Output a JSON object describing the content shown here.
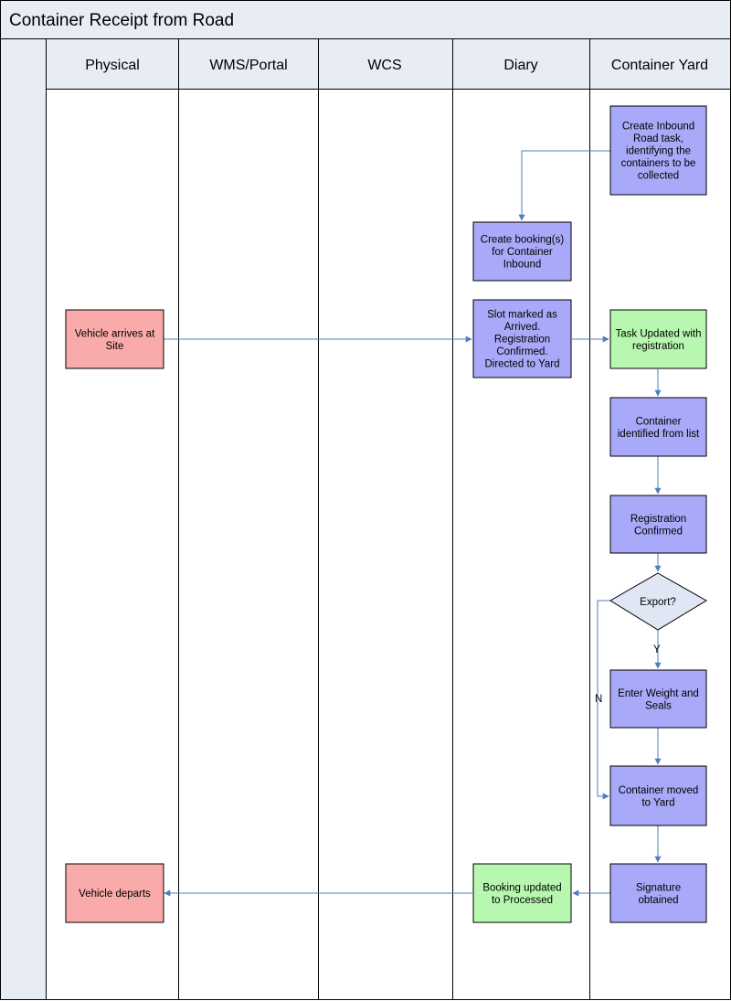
{
  "title": "Container Receipt from Road",
  "colors": {
    "header_bg": "#e8ecf5",
    "purple": "#a9a9f9",
    "green": "#b7f7b0",
    "red": "#f9aaaa",
    "diamond": "#e1e6f4",
    "arrow": "#4f7dc0",
    "border": "#000000"
  },
  "lanes": [
    {
      "id": "physical",
      "label": "Physical"
    },
    {
      "id": "wms",
      "label": "WMS/Portal"
    },
    {
      "id": "wcs",
      "label": "WCS"
    },
    {
      "id": "diary",
      "label": "Diary"
    },
    {
      "id": "yard",
      "label": "Container Yard"
    }
  ],
  "nodes": [
    {
      "id": "create-inbound-task",
      "lane": "yard",
      "shape": "rect",
      "color": "purple",
      "lines": [
        "Create Inbound",
        "Road task,",
        "identifying the",
        "containers to be",
        "collected"
      ]
    },
    {
      "id": "create-bookings",
      "lane": "diary",
      "shape": "rect",
      "color": "purple",
      "lines": [
        "Create booking(s)",
        "for Container",
        "Inbound"
      ]
    },
    {
      "id": "vehicle-arrives",
      "lane": "physical",
      "shape": "rect",
      "color": "red",
      "lines": [
        "Vehicle arrives at",
        "Site"
      ]
    },
    {
      "id": "slot-marked-arrived",
      "lane": "diary",
      "shape": "rect",
      "color": "purple",
      "lines": [
        "Slot marked as",
        "Arrived.",
        "Registration",
        "Confirmed.",
        "Directed to Yard"
      ]
    },
    {
      "id": "task-updated",
      "lane": "yard",
      "shape": "rect",
      "color": "green",
      "lines": [
        "Task Updated with",
        "registration"
      ]
    },
    {
      "id": "container-identified",
      "lane": "yard",
      "shape": "rect",
      "color": "purple",
      "lines": [
        "Container",
        "identified from list"
      ]
    },
    {
      "id": "registration-confirmed",
      "lane": "yard",
      "shape": "rect",
      "color": "purple",
      "lines": [
        "Registration",
        "Confirmed"
      ]
    },
    {
      "id": "export-decision",
      "lane": "yard",
      "shape": "diamond",
      "color": "diamond",
      "lines": [
        "Export?"
      ]
    },
    {
      "id": "enter-weight-seals",
      "lane": "yard",
      "shape": "rect",
      "color": "purple",
      "lines": [
        "Enter Weight and",
        "Seals"
      ]
    },
    {
      "id": "container-moved",
      "lane": "yard",
      "shape": "rect",
      "color": "purple",
      "lines": [
        "Container moved",
        "to Yard"
      ]
    },
    {
      "id": "signature-obtained",
      "lane": "yard",
      "shape": "rect",
      "color": "purple",
      "lines": [
        "Signature",
        "obtained"
      ]
    },
    {
      "id": "booking-updated",
      "lane": "diary",
      "shape": "rect",
      "color": "green",
      "lines": [
        "Booking updated",
        "to Processed"
      ]
    },
    {
      "id": "vehicle-departs",
      "lane": "physical",
      "shape": "rect",
      "color": "red",
      "lines": [
        "Vehicle departs"
      ]
    }
  ],
  "edges": [
    {
      "from": "create-inbound-task",
      "to": "create-bookings",
      "label": ""
    },
    {
      "from": "vehicle-arrives",
      "to": "slot-marked-arrived",
      "label": ""
    },
    {
      "from": "slot-marked-arrived",
      "to": "task-updated",
      "label": ""
    },
    {
      "from": "task-updated",
      "to": "container-identified",
      "label": ""
    },
    {
      "from": "container-identified",
      "to": "registration-confirmed",
      "label": ""
    },
    {
      "from": "registration-confirmed",
      "to": "export-decision",
      "label": ""
    },
    {
      "from": "export-decision",
      "to": "enter-weight-seals",
      "label": "Y"
    },
    {
      "from": "export-decision",
      "to": "container-moved",
      "label": "N"
    },
    {
      "from": "enter-weight-seals",
      "to": "container-moved",
      "label": ""
    },
    {
      "from": "container-moved",
      "to": "signature-obtained",
      "label": ""
    },
    {
      "from": "signature-obtained",
      "to": "booking-updated",
      "label": ""
    },
    {
      "from": "booking-updated",
      "to": "vehicle-departs",
      "label": ""
    }
  ]
}
